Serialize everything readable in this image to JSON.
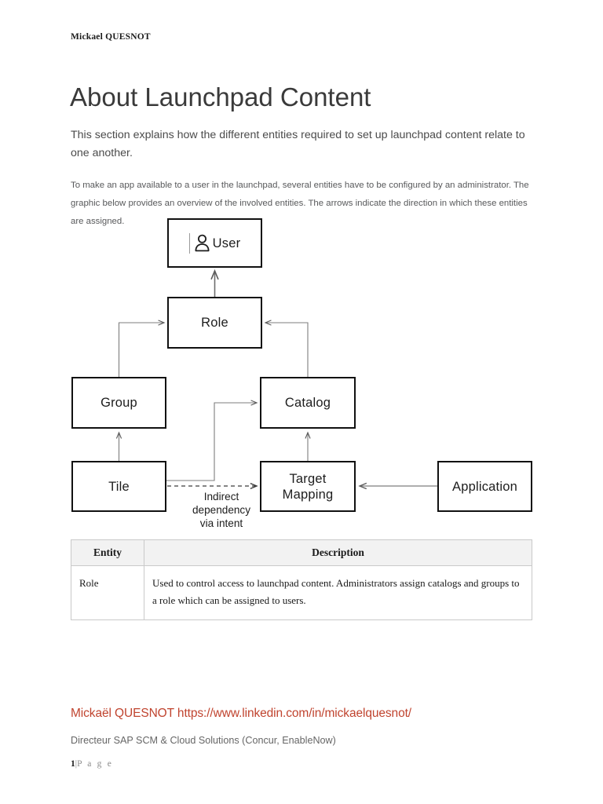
{
  "document": {
    "header": "Mickael QUESNOT",
    "title": "About Launchpad Content",
    "intro": "This section explains how the different entities required to set up launchpad content relate to one another.",
    "body": "To make an app available to a user in the launchpad, several entities have to be configured by an administrator. The graphic below provides an overview of the involved entities. The arrows indicate the direction in which these entities are assigned."
  },
  "diagram": {
    "nodes": {
      "user": "User",
      "role": "Role",
      "group": "Group",
      "catalog": "Catalog",
      "tile": "Tile",
      "target_mapping": "Target\nMapping",
      "target_mapping_line1": "Target",
      "target_mapping_line2": "Mapping",
      "application": "Application"
    },
    "edge_label": {
      "line1": "Indirect",
      "line2": "dependency",
      "line3": "via intent"
    },
    "edges": [
      {
        "from": "Role",
        "to": "User",
        "style": "solid"
      },
      {
        "from": "Group",
        "to": "Role",
        "style": "solid"
      },
      {
        "from": "Catalog",
        "to": "Role",
        "style": "solid"
      },
      {
        "from": "Tile",
        "to": "Group",
        "style": "solid"
      },
      {
        "from": "Tile",
        "to": "Catalog",
        "style": "solid"
      },
      {
        "from": "Target Mapping",
        "to": "Catalog",
        "style": "solid"
      },
      {
        "from": "Application",
        "to": "Target Mapping",
        "style": "solid"
      },
      {
        "from": "Tile",
        "to": "Target Mapping",
        "style": "dashed",
        "label": "Indirect dependency via intent"
      }
    ],
    "colors": {
      "node_border": "#111111",
      "connector": "#7d7d7d"
    }
  },
  "table": {
    "headers": [
      "Entity",
      "Description"
    ],
    "rows": [
      {
        "entity": "Role",
        "description": "Used to control access to launchpad content. Administrators assign catalogs and groups to a role which can be assigned to users."
      }
    ]
  },
  "footer": {
    "link": "Mickaël QUESNOT https://www.linkedin.com/in/mickaelquesnot/",
    "subtitle": "Directeur SAP SCM & Cloud Solutions (Concur, EnableNow)",
    "page_number": "1",
    "page_separator": "|",
    "page_word": "P a g e",
    "link_color": "#c0442f"
  }
}
